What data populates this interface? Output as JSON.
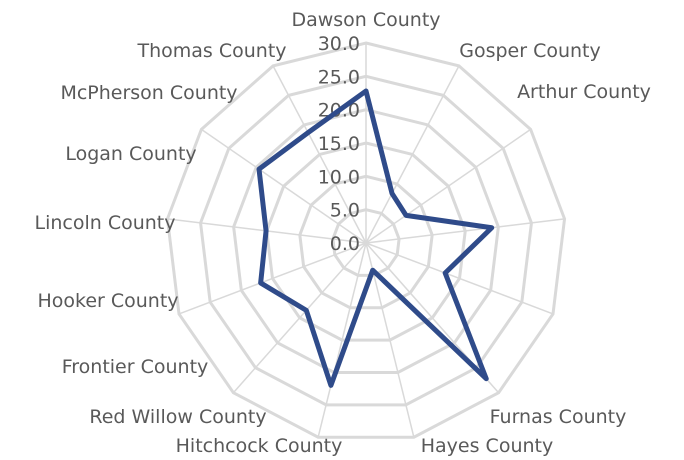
{
  "chart_data": {
    "type": "radar",
    "title": "",
    "categories": [
      "Dawson County",
      "Gosper County",
      "Arthur County",
      "Furnas County",
      "Hayes County",
      "Hitchcock County",
      "Red Willow County",
      "Frontier County",
      "Hooker County",
      "Lincoln County",
      "Logan County",
      "McPherson County",
      "Thomas County"
    ],
    "series": [
      {
        "name": "",
        "color": "#2f4b8a",
        "values": [
          22.8,
          8.4,
          7.3,
          19.0,
          12.7,
          27.2,
          4.2,
          22.0,
          13.5,
          16.9,
          15.1,
          19.5,
          18.7
        ]
      }
    ],
    "ylim": [
      0,
      30
    ],
    "ticks": [
      "0.0",
      "5.0",
      "10.0",
      "15.0",
      "20.0",
      "25.0",
      "30.0"
    ],
    "grid": true,
    "legend": "none"
  }
}
